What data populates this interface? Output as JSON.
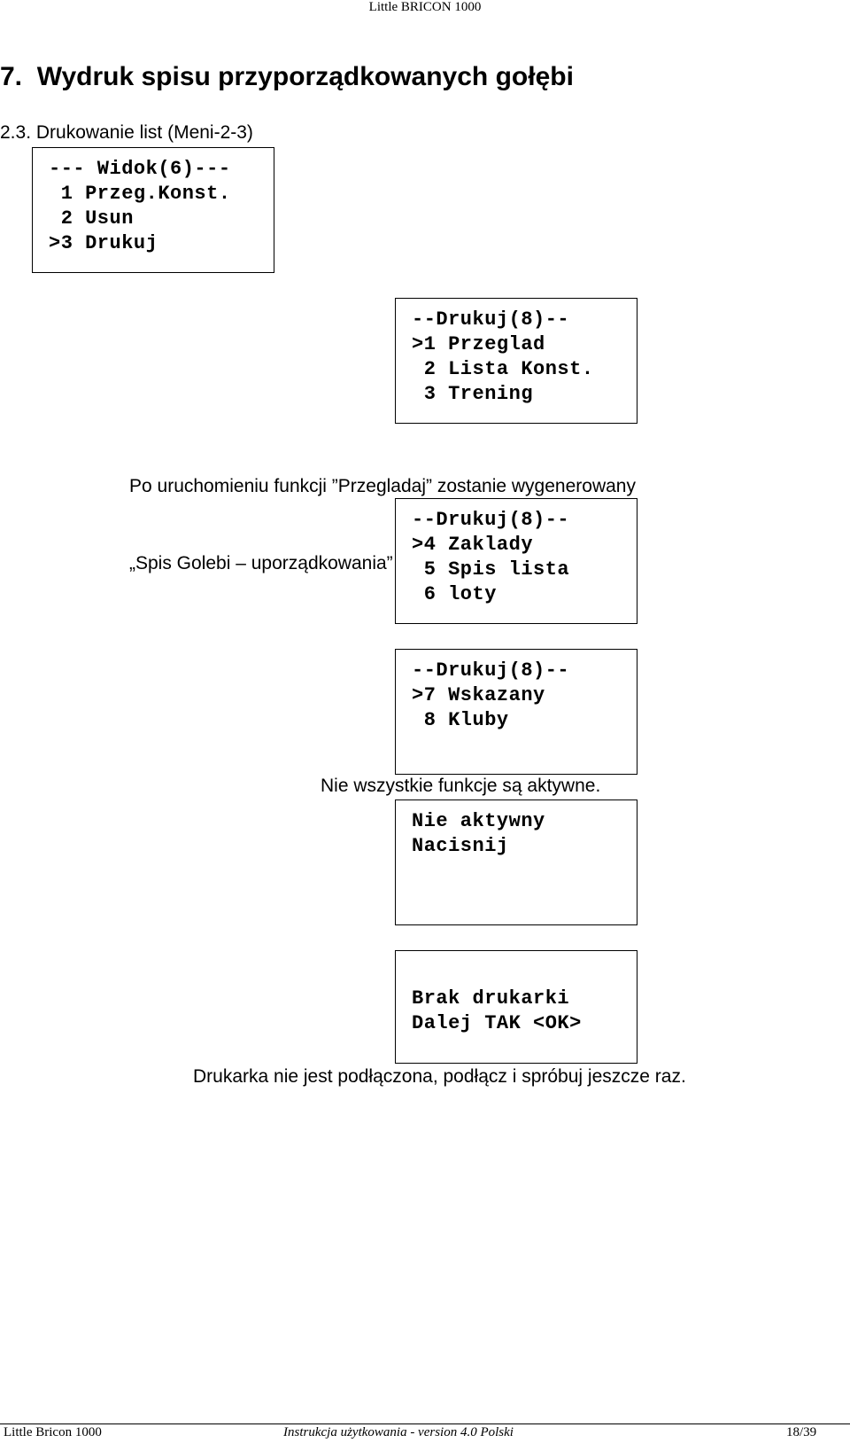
{
  "header": {
    "running_title": "Little BRICON 1000"
  },
  "section_title": "7.  Wydruk spisu przyporządkowanych gołębi",
  "subsection_title": "2.3. Drukowanie list (Meni-2-3)",
  "screens": {
    "view_menu": [
      "--- Widok(6)---",
      " 1 Przeg.Konst.",
      " 2 Usun",
      ">3 Drukuj"
    ],
    "print_menu_1": [
      "--Drukuj(8)--",
      ">1 Przeglad",
      " 2 Lista Konst.",
      " 3 Trening"
    ],
    "print_menu_2": [
      "--Drukuj(8)--",
      ">4 Zaklady",
      " 5 Spis lista",
      " 6 loty"
    ],
    "print_menu_3": [
      "--Drukuj(8)--",
      ">7 Wskazany",
      " 8 Kluby"
    ],
    "inactive": [
      "Nie aktywny",
      "Nacisnij"
    ],
    "no_printer": [
      "Brak drukarki",
      "Dalej TAK <OK>"
    ]
  },
  "texts": {
    "after_review_line1": "Po uruchomieniu funkcji ”Przegladaj” zostanie wygenerowany",
    "after_review_line2": "„Spis Golebi – uporządkowania”",
    "not_all_active": "Nie wszystkie funkcje są aktywne.",
    "printer_not_connected": "Drukarka nie jest podłączona, podłącz i spróbuj jeszcze raz."
  },
  "footer": {
    "left": "Little Bricon 1000",
    "center": "Instrukcja użytkowania -  version 4.0 Polski",
    "right": "18/39"
  }
}
